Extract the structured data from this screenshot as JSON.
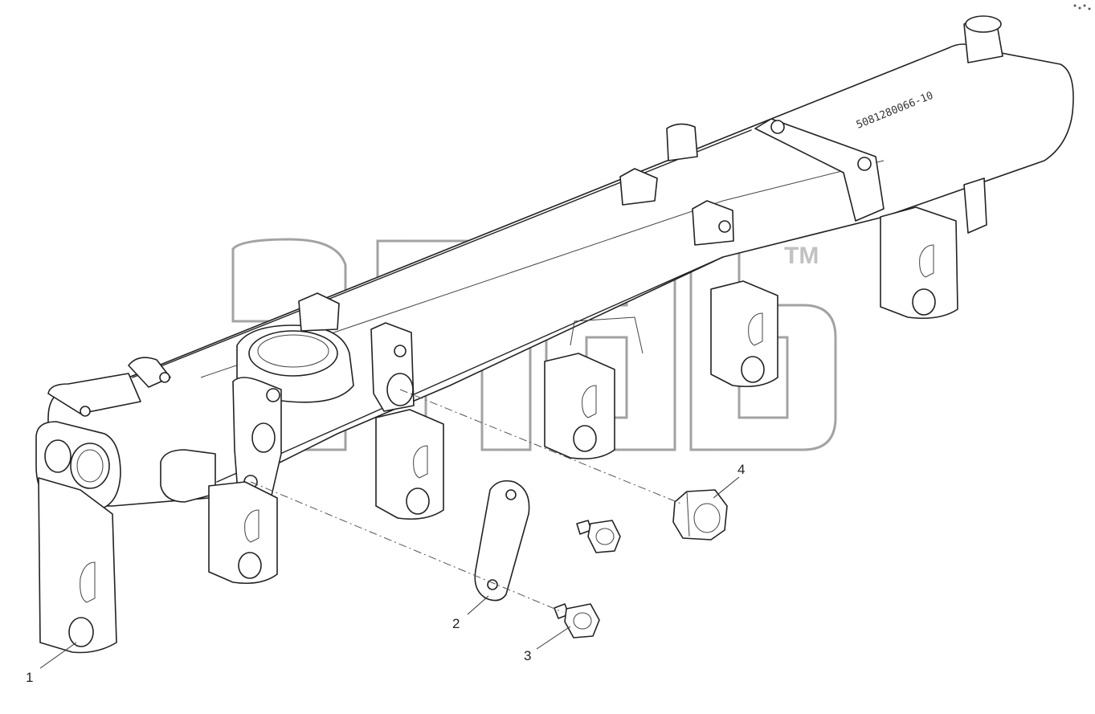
{
  "diagram": {
    "callouts": [
      {
        "id": "1",
        "label": "1"
      },
      {
        "id": "2",
        "label": "2"
      },
      {
        "id": "3",
        "label": "3"
      },
      {
        "id": "4",
        "label": "4"
      }
    ],
    "stamp_text": "5081280066-10",
    "watermark": {
      "text": "andb",
      "trademark": "TM"
    }
  }
}
